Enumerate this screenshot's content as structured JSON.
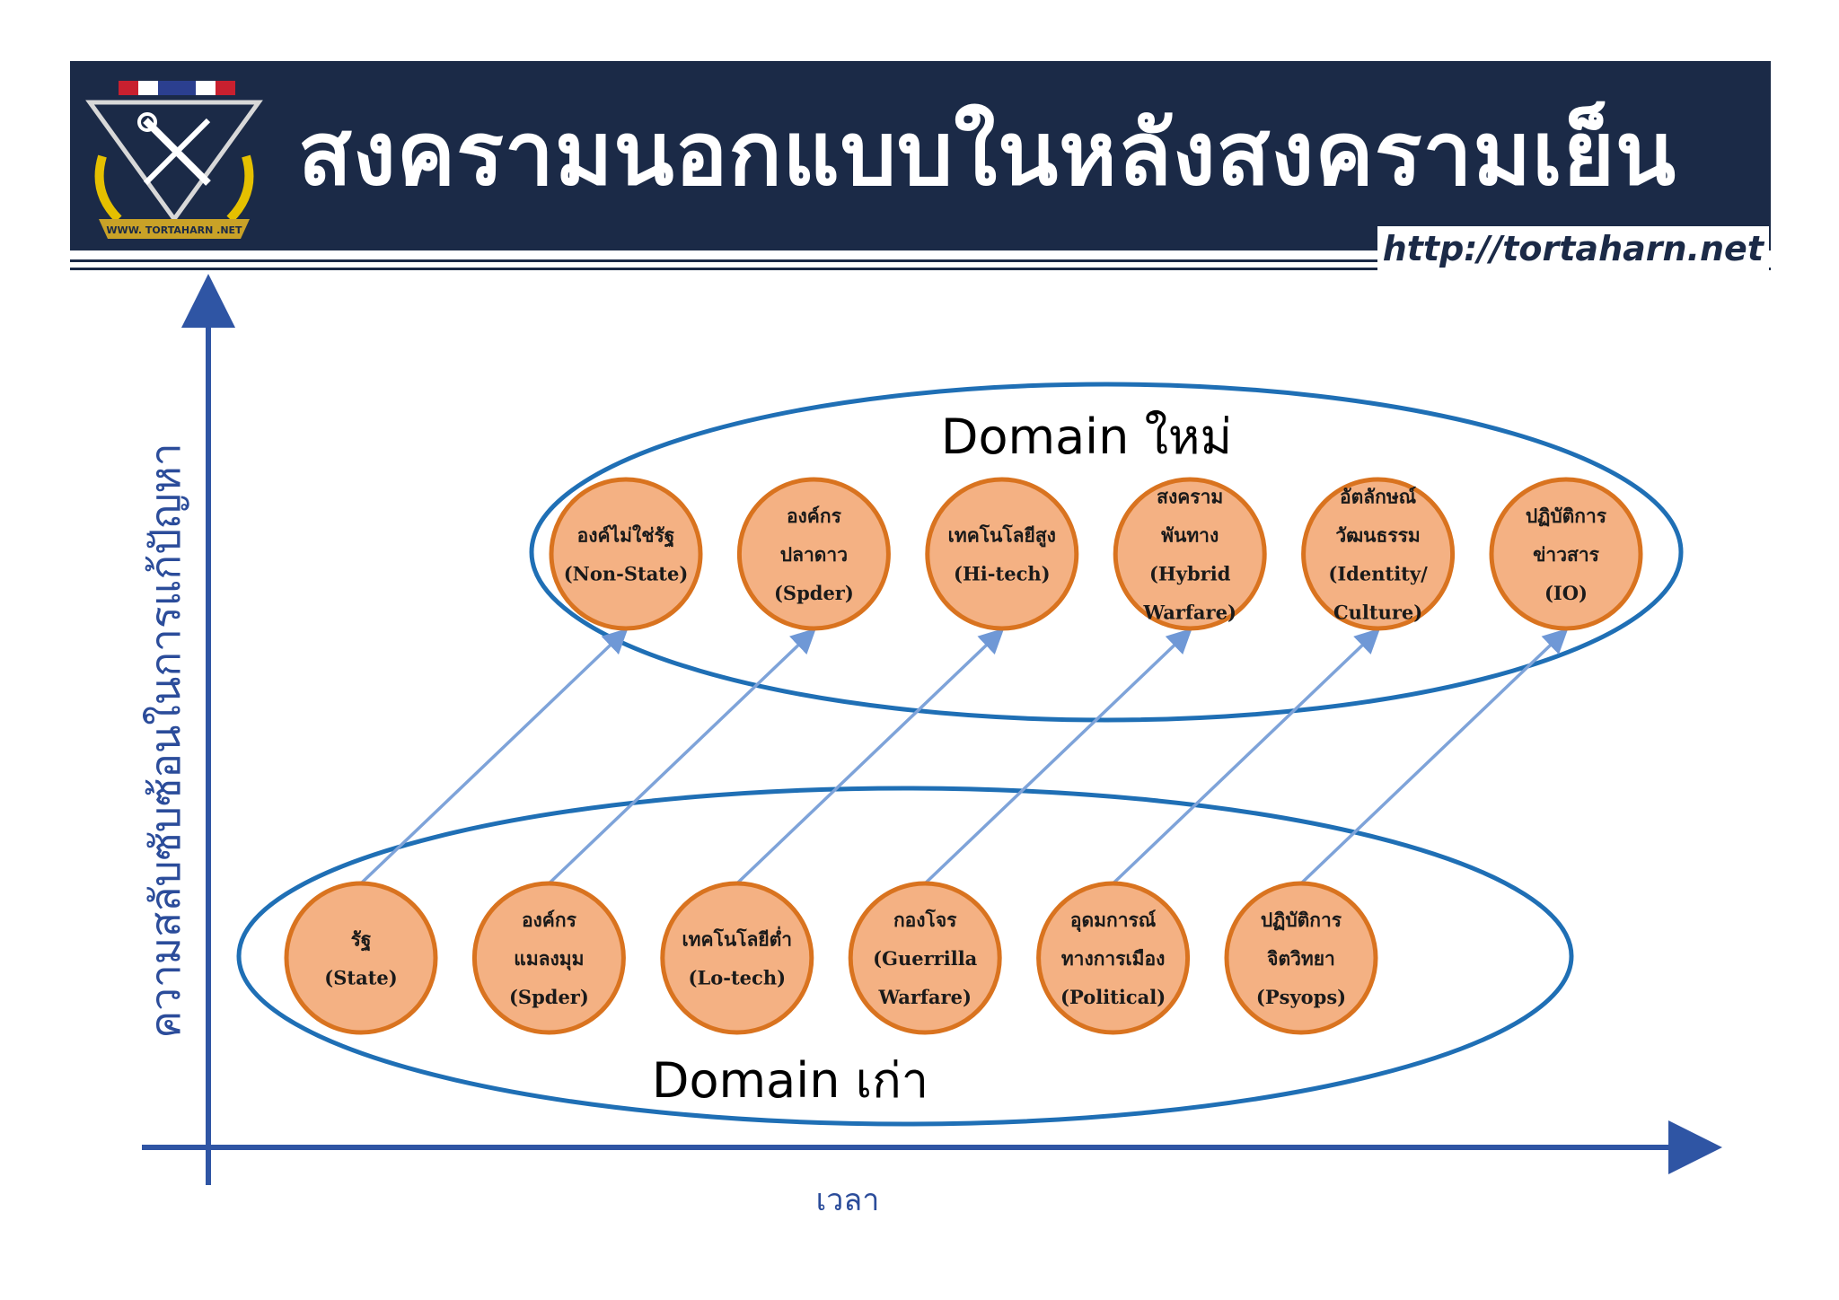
{
  "header": {
    "title": "สงครามนอกแบบในหลังสงครามเย็น",
    "url": "http://tortaharn.net",
    "logo_text": "WWW. TORTAHARN .NET"
  },
  "axes": {
    "y_label": "ความสลับซับซ้อนในการแก้ปัญหา",
    "x_label": "เวลา"
  },
  "domains": {
    "new": {
      "label": "Domain ใหม่",
      "nodes": [
        {
          "lines": [
            "องค์ไม่ใช่รัฐ",
            "(Non-State)"
          ]
        },
        {
          "lines": [
            "องค์กร",
            "ปลาดาว",
            "(Spder)"
          ]
        },
        {
          "lines": [
            "เทคโนโลยีสูง",
            "(Hi-tech)"
          ]
        },
        {
          "lines": [
            "สงคราม",
            "พันทาง",
            "(Hybrid",
            "Warfare)"
          ]
        },
        {
          "lines": [
            "อัตลักษณ์",
            "วัฒนธรรม",
            "(Identity/",
            "Culture)"
          ]
        },
        {
          "lines": [
            "ปฏิบัติการ",
            "ข่าวสาร",
            "(IO)"
          ]
        }
      ]
    },
    "old": {
      "label": "Domain เก่า",
      "nodes": [
        {
          "lines": [
            "รัฐ",
            "(State)"
          ]
        },
        {
          "lines": [
            "องค์กร",
            "แมลงมุม",
            "(Spder)"
          ]
        },
        {
          "lines": [
            "เทคโนโลยีต่ำ",
            "(Lo-tech)"
          ]
        },
        {
          "lines": [
            "กองโจร",
            "(Guerrilla",
            "Warfare)"
          ]
        },
        {
          "lines": [
            "อุดมการณ์",
            "ทางการเมือง",
            "(Political)"
          ]
        },
        {
          "lines": [
            "ปฏิบัติการ",
            "จิตวิทยา",
            "(Psyops)"
          ]
        }
      ]
    }
  },
  "colors": {
    "banner": "#1b2a47",
    "axis": "#2f55a4",
    "ellipse": "#1f6fb5",
    "node_fill": "#f4b183",
    "node_stroke": "#d9731f",
    "arrow": "#7ea3d9"
  }
}
